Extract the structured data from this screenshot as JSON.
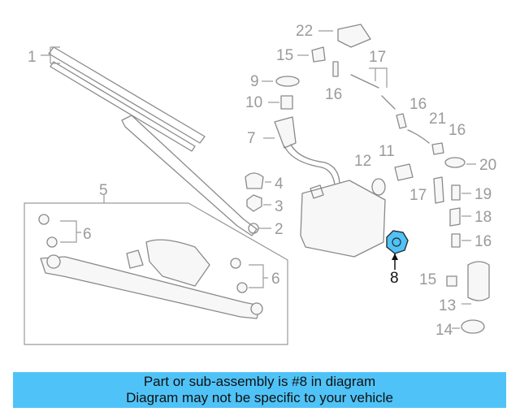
{
  "callouts": [
    {
      "id": "c1",
      "text": "1"
    },
    {
      "id": "c2",
      "text": "2"
    },
    {
      "id": "c3",
      "text": "3"
    },
    {
      "id": "c4",
      "text": "4"
    },
    {
      "id": "c5",
      "text": "5"
    },
    {
      "id": "c6a",
      "text": "6"
    },
    {
      "id": "c6b",
      "text": "6"
    },
    {
      "id": "c7",
      "text": "7"
    },
    {
      "id": "c8",
      "text": "8"
    },
    {
      "id": "c9",
      "text": "9"
    },
    {
      "id": "c10",
      "text": "10"
    },
    {
      "id": "c11",
      "text": "11"
    },
    {
      "id": "c12",
      "text": "12"
    },
    {
      "id": "c13",
      "text": "13"
    },
    {
      "id": "c14",
      "text": "14"
    },
    {
      "id": "c15a",
      "text": "15"
    },
    {
      "id": "c15b",
      "text": "15"
    },
    {
      "id": "c16a",
      "text": "16"
    },
    {
      "id": "c16b",
      "text": "16"
    },
    {
      "id": "c16c",
      "text": "16"
    },
    {
      "id": "c16d",
      "text": "16"
    },
    {
      "id": "c17a",
      "text": "17"
    },
    {
      "id": "c17b",
      "text": "17"
    },
    {
      "id": "c18",
      "text": "18"
    },
    {
      "id": "c19",
      "text": "19"
    },
    {
      "id": "c20",
      "text": "20"
    },
    {
      "id": "c21",
      "text": "21"
    },
    {
      "id": "c22",
      "text": "22"
    }
  ],
  "highlight": {
    "part_number": "8",
    "color": "#4fc3f7"
  },
  "banner": {
    "line1": "Part or sub-assembly is #8 in diagram",
    "line2": "Diagram may not be specific to your vehicle",
    "background": "#4fc3f7"
  }
}
